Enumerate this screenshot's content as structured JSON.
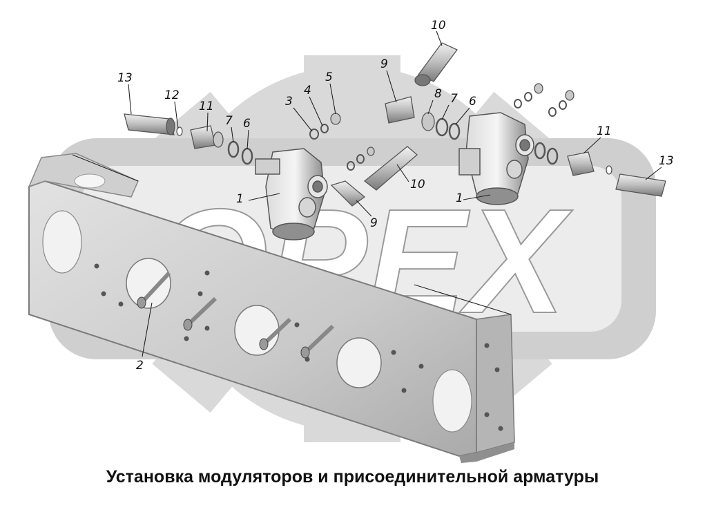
{
  "watermark": {
    "text": "ОРЕХ"
  },
  "caption": "Установка модуляторов и присоединительной арматуры",
  "callouts": [
    {
      "id": "c13a",
      "label": "13"
    },
    {
      "id": "c12",
      "label": "12"
    },
    {
      "id": "c11a",
      "label": "11"
    },
    {
      "id": "c7a",
      "label": "7"
    },
    {
      "id": "c6a",
      "label": "6"
    },
    {
      "id": "c3",
      "label": "3"
    },
    {
      "id": "c4",
      "label": "4"
    },
    {
      "id": "c5",
      "label": "5"
    },
    {
      "id": "c9a",
      "label": "9"
    },
    {
      "id": "c10a",
      "label": "10"
    },
    {
      "id": "c8",
      "label": "8"
    },
    {
      "id": "c7b",
      "label": "7"
    },
    {
      "id": "c6b",
      "label": "6"
    },
    {
      "id": "c11b",
      "label": "11"
    },
    {
      "id": "c13b",
      "label": "13"
    },
    {
      "id": "c10b",
      "label": "10"
    },
    {
      "id": "c9b",
      "label": "9"
    },
    {
      "id": "c1a",
      "label": "1"
    },
    {
      "id": "c1b",
      "label": "1"
    },
    {
      "id": "c2",
      "label": "2"
    }
  ]
}
